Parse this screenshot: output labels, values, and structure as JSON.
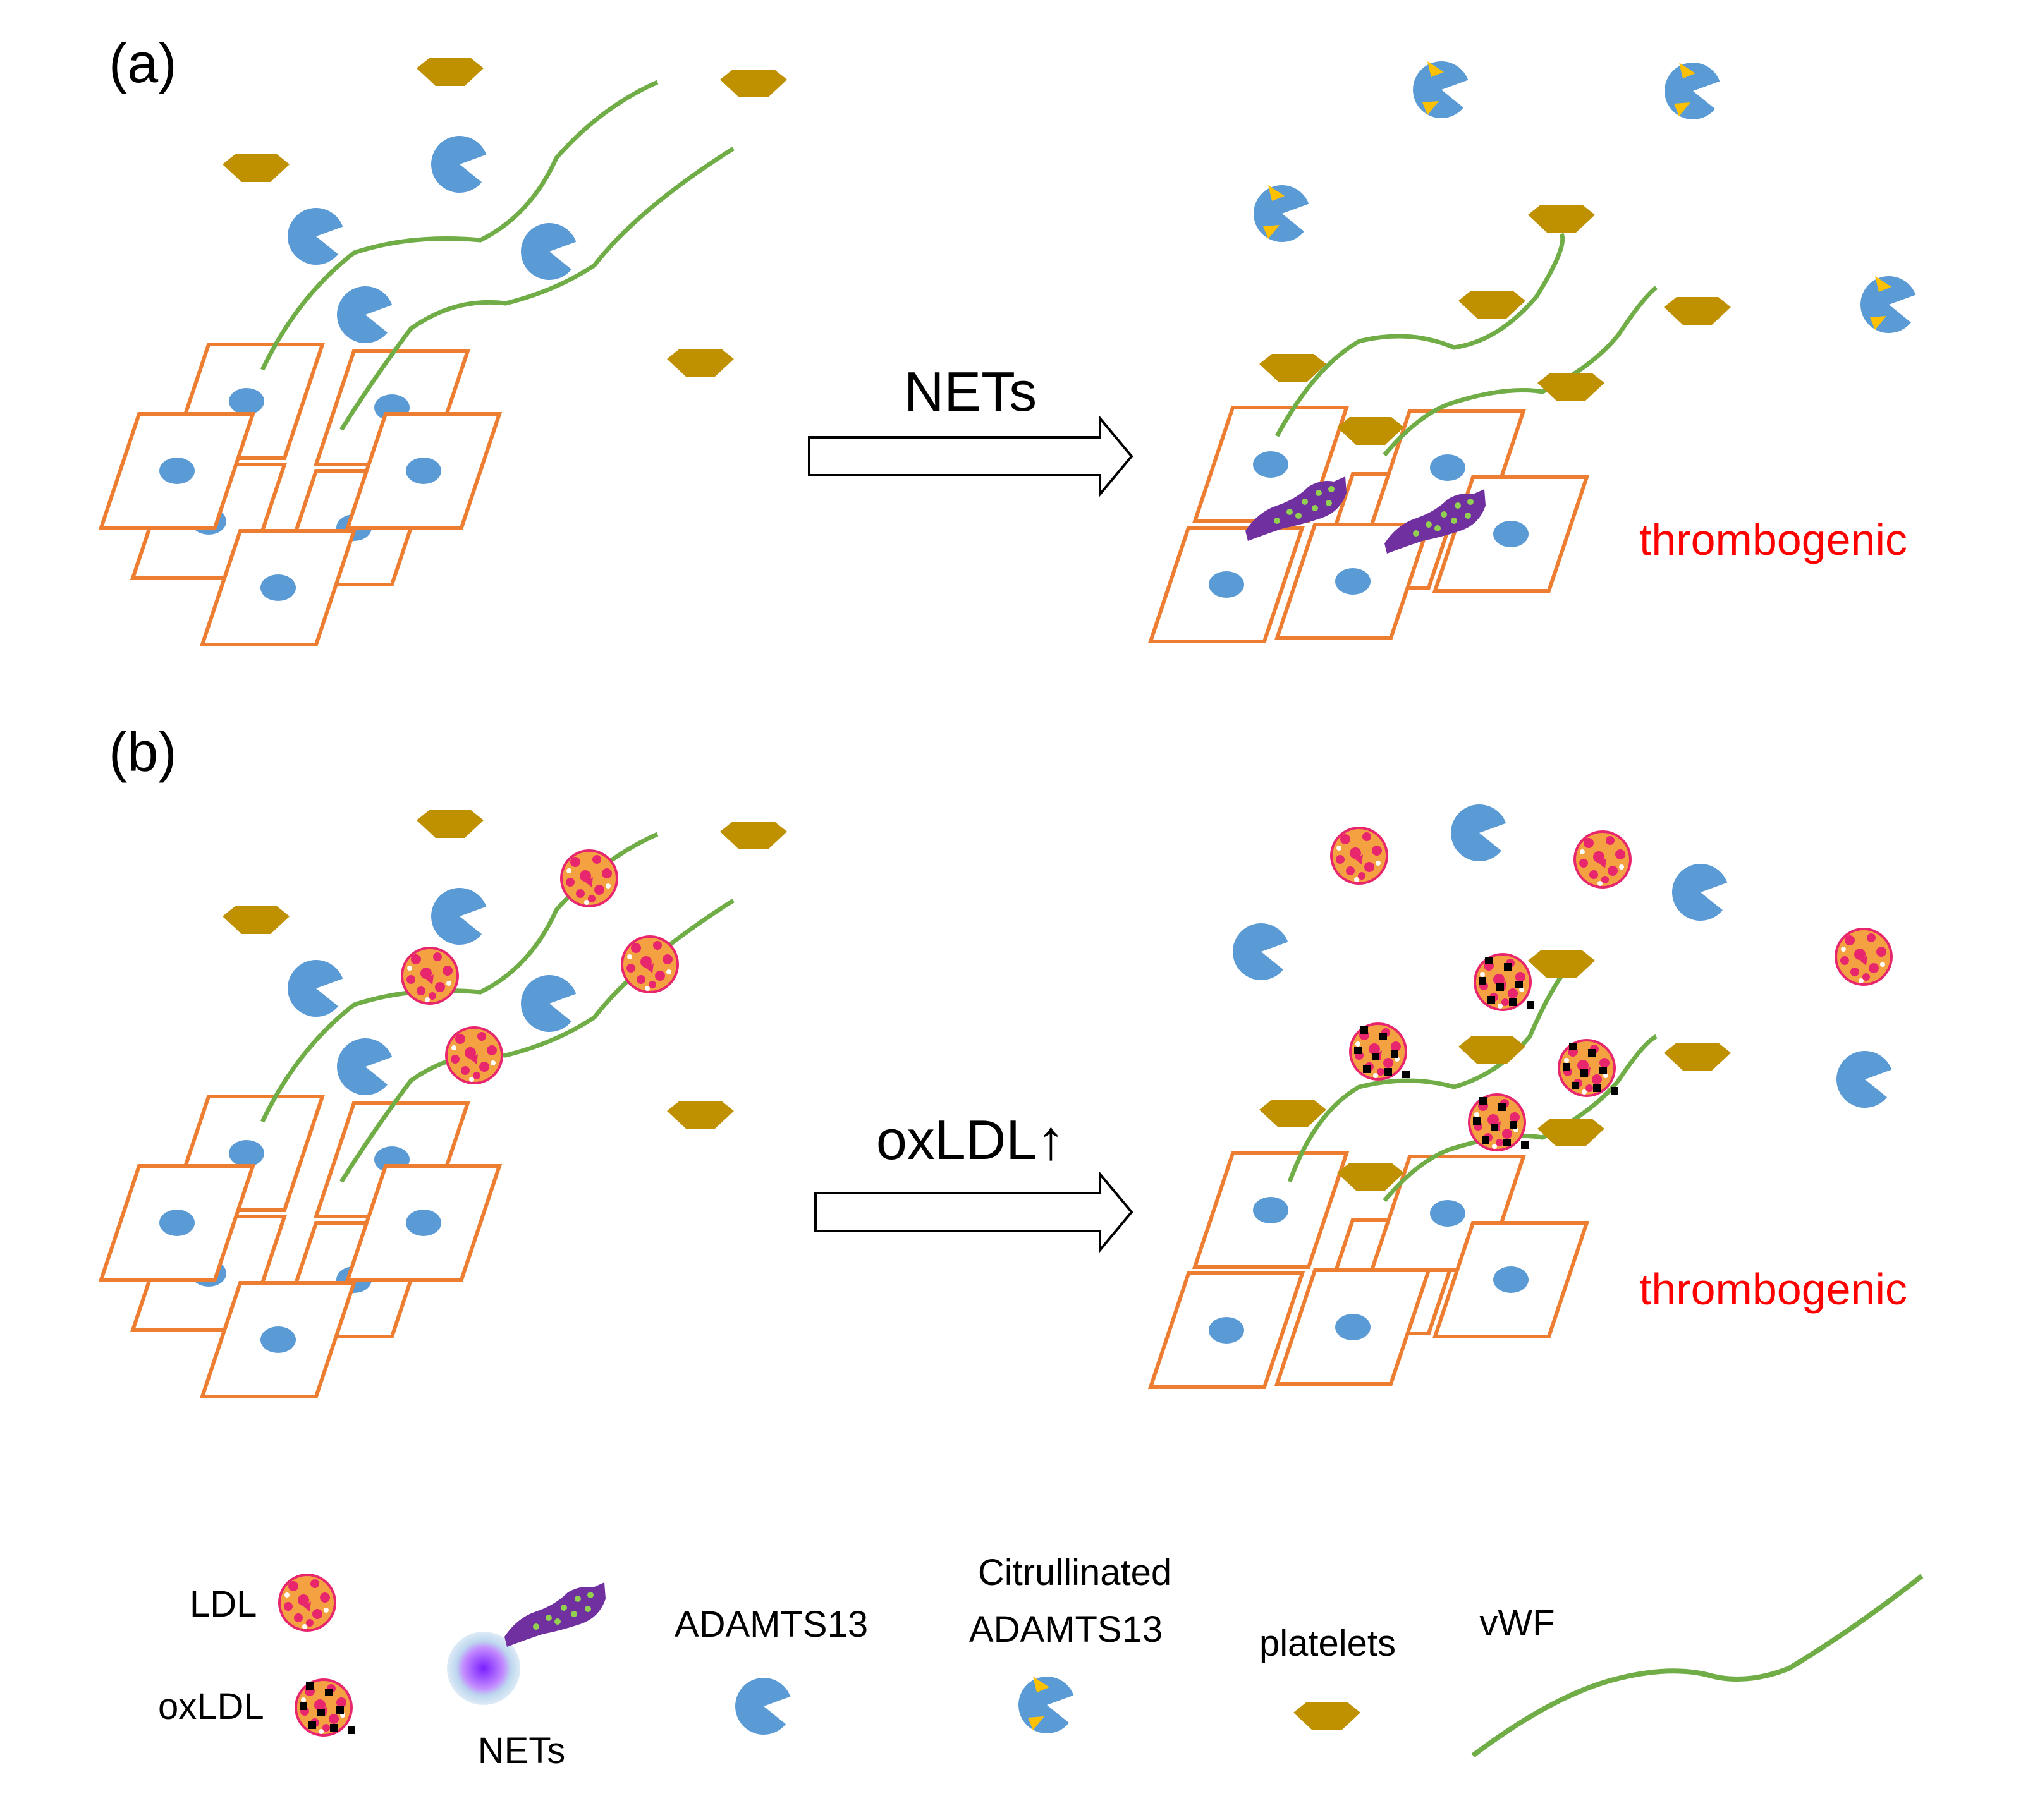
{
  "panels": [
    {
      "label": "(a)",
      "arrow_label": "NETs",
      "outcome": "thrombogenic"
    },
    {
      "label": "(b)",
      "arrow_label": "oxLDL↑",
      "outcome": "thrombogenic"
    }
  ],
  "legend": {
    "ldl": "LDL",
    "oxldl": "oxLDL",
    "nets": "NETs",
    "adamts13": "ADAMTS13",
    "cit_adamts13_line1": "Citrullinated",
    "cit_adamts13_line2": "ADAMTS13",
    "platelets": "platelets",
    "vwf": "vWF"
  },
  "colors": {
    "endothelium": "#ED7D31",
    "nucleus": "#5B9BD5",
    "adamts13": "#5B9BD5",
    "platelet": "#BF9000",
    "vwf": "#70AD47",
    "outcome_text": "#FF0000",
    "citrulline_tag": "#FFC000",
    "net_body": "#7030A0",
    "ldl_core": "#F4A142",
    "ldl_spot": "#E8266E",
    "oxidation_mark": "#000000"
  }
}
